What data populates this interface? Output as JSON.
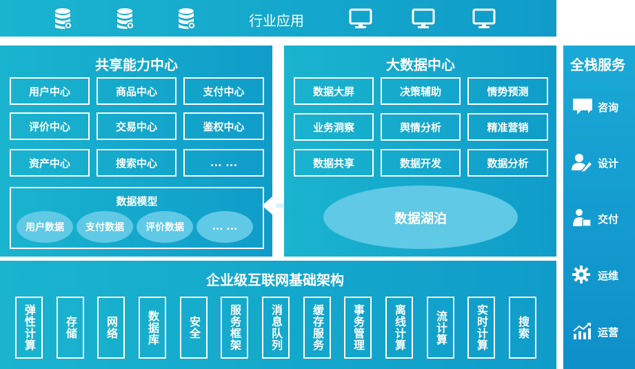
{
  "top": {
    "title": "行业应用",
    "icons": [
      "database-icon",
      "database-icon",
      "database-icon",
      "monitor-icon",
      "monitor-icon",
      "monitor-icon"
    ]
  },
  "shared": {
    "title": "共享能力中心",
    "items": [
      "用户中心",
      "商品中心",
      "支付中心",
      "评价中心",
      "交易中心",
      "鉴权中心",
      "资产中心",
      "搜索中心",
      "... ..."
    ],
    "model": {
      "title": "数据模型",
      "items": [
        "用户数据",
        "支付数据",
        "评价数据",
        "... ..."
      ]
    }
  },
  "bigdata": {
    "title": "大数据中心",
    "items": [
      "数据大屏",
      "决策辅助",
      "情势预测",
      "业务洞察",
      "舆情分析",
      "精准营销",
      "数据共享",
      "数据开发",
      "数据分析"
    ],
    "lake": "数据湖泊"
  },
  "infra": {
    "title": "企业级互联网基础架构",
    "items": [
      "弹性计算",
      "存储",
      "网络",
      "数据库",
      "安全",
      "服务框架",
      "消息队列",
      "缓存服务",
      "事务管理",
      "离线计算",
      "流计算",
      "实时计算",
      "搜索"
    ]
  },
  "fullstack": {
    "title": "全栈服务",
    "items": [
      {
        "label": "咨询",
        "icon": "chat-icon"
      },
      {
        "label": "设计",
        "icon": "designer-icon"
      },
      {
        "label": "交付",
        "icon": "delivery-icon"
      },
      {
        "label": "运维",
        "icon": "gear-icon"
      },
      {
        "label": "运营",
        "icon": "chart-up-icon"
      }
    ]
  },
  "colors": {
    "panel": "#13a8cd",
    "oval": "#5fc9e6",
    "text": "#ffffff"
  }
}
